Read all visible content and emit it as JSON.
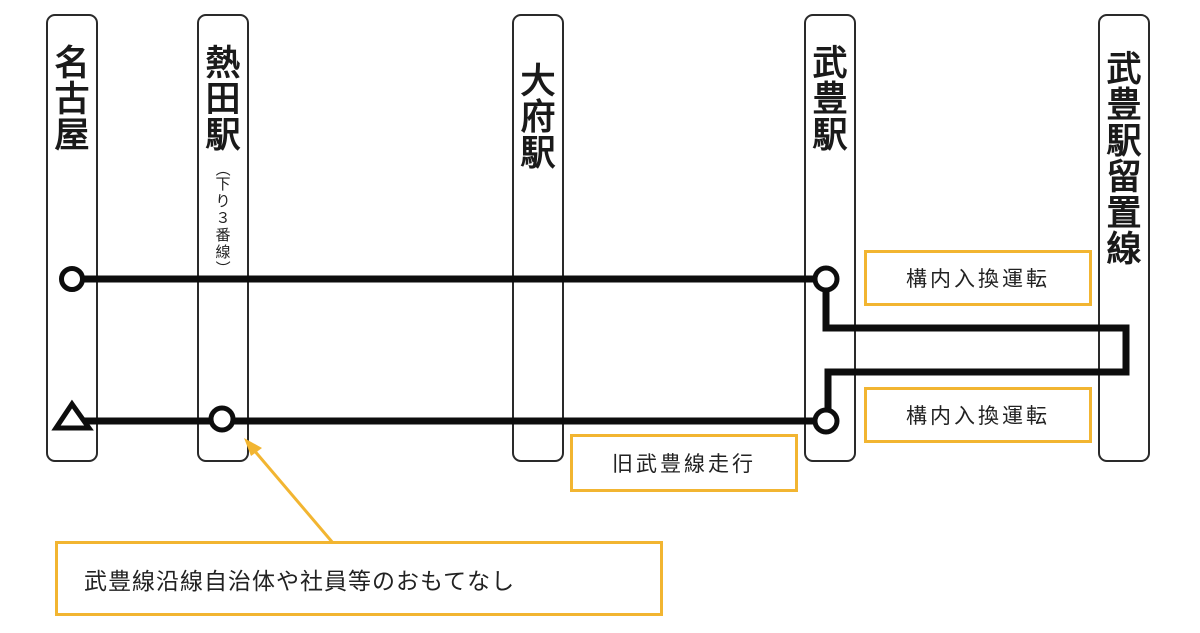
{
  "stations": [
    {
      "id": "nagoya",
      "label": "名古屋"
    },
    {
      "id": "atsuta",
      "label": "熱田駅",
      "sublabel": "（下り３番線）"
    },
    {
      "id": "obu",
      "label": "大府駅"
    },
    {
      "id": "taketoyo",
      "label": "武豊駅"
    },
    {
      "id": "siding",
      "label": "武豊駅留置線"
    }
  ],
  "annotations": {
    "shunt_upper": "構内入換運転",
    "shunt_lower": "構内入換運転",
    "old_line": "旧武豊線走行",
    "hospitality": "武豊線沿線自治体や社員等のおもてなし"
  },
  "colors": {
    "track": "#0d0d0d",
    "callout_border": "#f2b531",
    "arrow": "#f2b531"
  }
}
